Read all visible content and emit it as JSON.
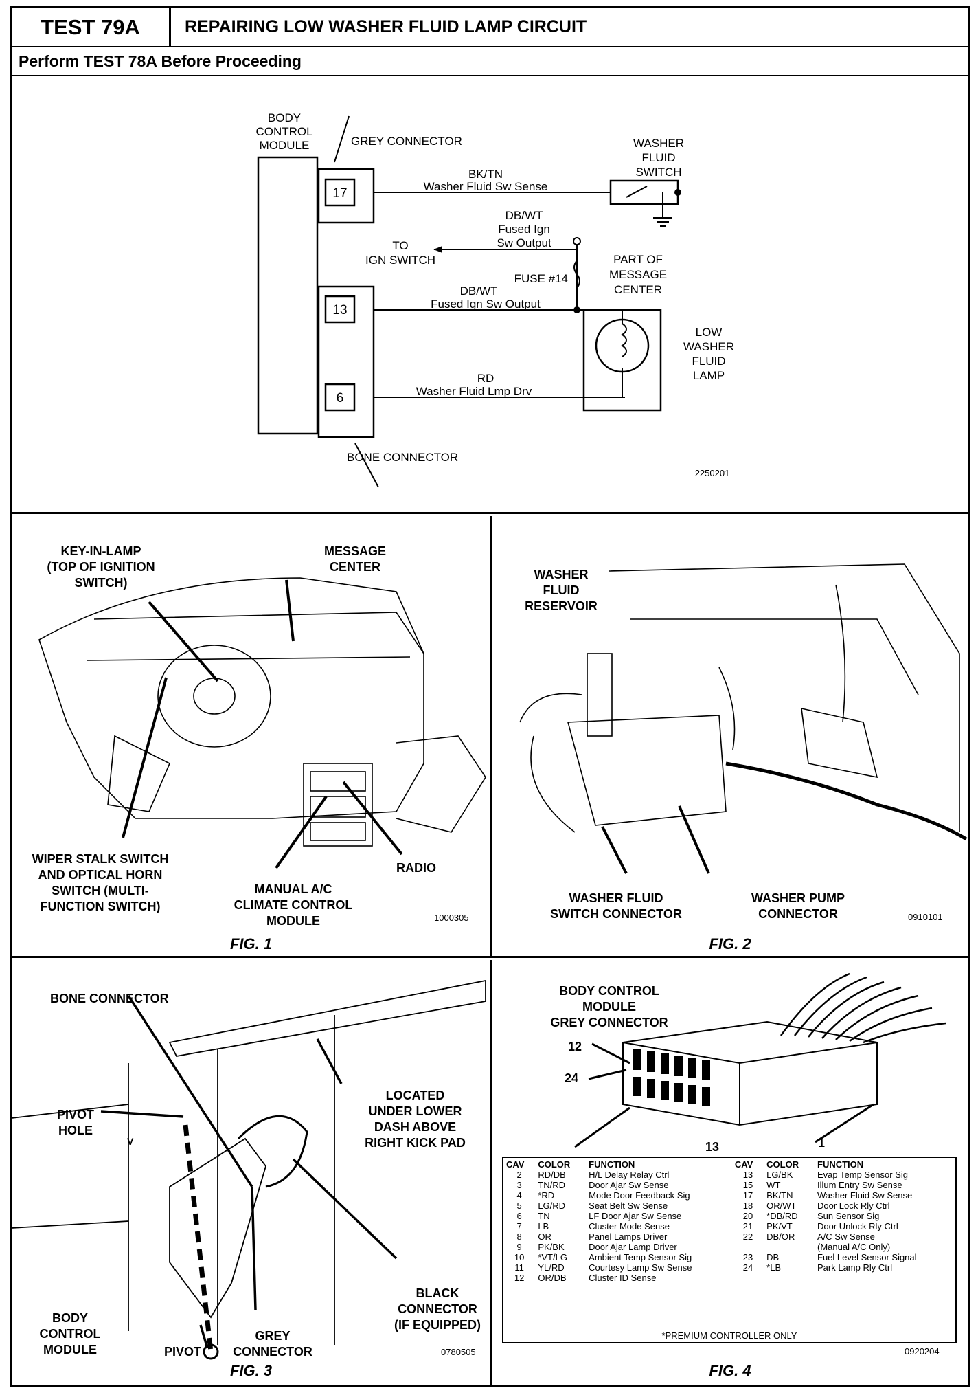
{
  "header": {
    "test_id": "TEST 79A",
    "title": "REPAIRING LOW WASHER FLUID LAMP CIRCUIT",
    "subtitle": "Perform TEST 78A Before Proceeding"
  },
  "schematic": {
    "bcm_label": [
      "BODY",
      "CONTROL",
      "MODULE"
    ],
    "grey_connector": "GREY CONNECTOR",
    "bone_connector": "BONE CONNECTOR",
    "washer_switch_label": [
      "WASHER",
      "FLUID",
      "SWITCH"
    ],
    "to_ign": [
      "TO",
      "IGN SWITCH"
    ],
    "part_of": [
      "PART OF",
      "MESSAGE",
      "CENTER"
    ],
    "fuse": "FUSE #14",
    "lamp_label": [
      "LOW",
      "WASHER",
      "FLUID",
      "LAMP"
    ],
    "pins": [
      "17",
      "13",
      "6"
    ],
    "wire1": {
      "color": "BK/TN",
      "name": "Washer Fluid Sw Sense"
    },
    "wire2": {
      "color": "DB/WT",
      "name1": "Fused Ign",
      "name2": "Sw Output"
    },
    "wire3": {
      "color": "DB/WT",
      "name": "Fused Ign Sw Output"
    },
    "wire4": {
      "color": "RD",
      "name": "Washer Fluid Lmp Drv"
    },
    "ref": "2250201"
  },
  "fig1": {
    "caption": "FIG. 1",
    "ref": "1000305",
    "labels": {
      "key_in_lamp": [
        "KEY-IN-LAMP",
        "(TOP OF IGNITION",
        "SWITCH)"
      ],
      "message_center": [
        "MESSAGE",
        "CENTER"
      ],
      "wiper": [
        "WIPER STALK SWITCH",
        "AND OPTICAL HORN",
        "SWITCH (MULTI-",
        "FUNCTION SWITCH)"
      ],
      "manual_ac": [
        "MANUAL A/C",
        "CLIMATE CONTROL",
        "MODULE"
      ],
      "radio": "RADIO"
    }
  },
  "fig2": {
    "caption": "FIG. 2",
    "ref": "0910101",
    "labels": {
      "reservoir": [
        "WASHER",
        "FLUID",
        "RESERVOIR"
      ],
      "switch_conn": [
        "WASHER FLUID",
        "SWITCH CONNECTOR"
      ],
      "pump_conn": [
        "WASHER PUMP",
        "CONNECTOR"
      ]
    }
  },
  "fig3": {
    "caption": "FIG. 3",
    "ref": "0780505",
    "labels": {
      "bone": "BONE CONNECTOR",
      "pivot_hole": [
        "PIVOT",
        "HOLE"
      ],
      "located": [
        "LOCATED",
        "UNDER LOWER",
        "DASH ABOVE",
        "RIGHT KICK PAD"
      ],
      "black": [
        "BLACK",
        "CONNECTOR",
        "(IF EQUIPPED)"
      ],
      "bcm": [
        "BODY",
        "CONTROL",
        "MODULE"
      ],
      "pivot": "PIVOT",
      "grey": [
        "GREY",
        "CONNECTOR"
      ],
      "v": "V"
    }
  },
  "fig4": {
    "caption": "FIG. 4",
    "ref": "0920204",
    "title": [
      "BODY CONTROL",
      "MODULE",
      "GREY CONNECTOR"
    ],
    "pins": {
      "p12": "12",
      "p24": "24",
      "p13": "13",
      "p1": "1"
    },
    "table_headers": [
      "CAV",
      "COLOR",
      "FUNCTION",
      "CAV",
      "COLOR",
      "FUNCTION"
    ],
    "left_rows": [
      {
        "cav": "2",
        "color": "RD/DB",
        "func": "H/L Delay Relay Ctrl"
      },
      {
        "cav": "3",
        "color": "TN/RD",
        "func": "Door Ajar Sw Sense"
      },
      {
        "cav": "4",
        "color": "*RD",
        "func": "Mode Door Feedback Sig"
      },
      {
        "cav": "5",
        "color": "LG/RD",
        "func": "Seat Belt Sw Sense"
      },
      {
        "cav": "6",
        "color": "TN",
        "func": "LF Door Ajar Sw Sense"
      },
      {
        "cav": "7",
        "color": "LB",
        "func": "Cluster Mode Sense"
      },
      {
        "cav": "8",
        "color": "OR",
        "func": "Panel Lamps Driver"
      },
      {
        "cav": "9",
        "color": "PK/BK",
        "func": "Door Ajar Lamp Driver"
      },
      {
        "cav": "10",
        "color": "*VT/LG",
        "func": "Ambient Temp Sensor Sig"
      },
      {
        "cav": "11",
        "color": "YL/RD",
        "func": "Courtesy Lamp Sw Sense"
      },
      {
        "cav": "12",
        "color": "OR/DB",
        "func": "Cluster ID Sense"
      }
    ],
    "right_rows": [
      {
        "cav": "13",
        "color": "LG/BK",
        "func": "Evap Temp Sensor Sig"
      },
      {
        "cav": "15",
        "color": "WT",
        "func": "Illum Entry Sw Sense"
      },
      {
        "cav": "17",
        "color": "BK/TN",
        "func": "Washer Fluid Sw Sense"
      },
      {
        "cav": "18",
        "color": "OR/WT",
        "func": "Door Lock Rly Ctrl"
      },
      {
        "cav": "20",
        "color": "*DB/RD",
        "func": "Sun Sensor Sig"
      },
      {
        "cav": "21",
        "color": "PK/VT",
        "func": "Door Unlock Rly Ctrl"
      },
      {
        "cav": "22",
        "color": "DB/OR",
        "func": "A/C Sw Sense"
      },
      {
        "cav": "",
        "color": "",
        "func": "(Manual A/C Only)"
      },
      {
        "cav": "23",
        "color": "DB",
        "func": "Fuel Level Sensor Signal"
      },
      {
        "cav": "24",
        "color": "*LB",
        "func": "Park Lamp Rly Ctrl"
      },
      {
        "cav": "",
        "color": "",
        "func": ""
      }
    ],
    "footnote": "*PREMIUM CONTROLLER ONLY"
  }
}
